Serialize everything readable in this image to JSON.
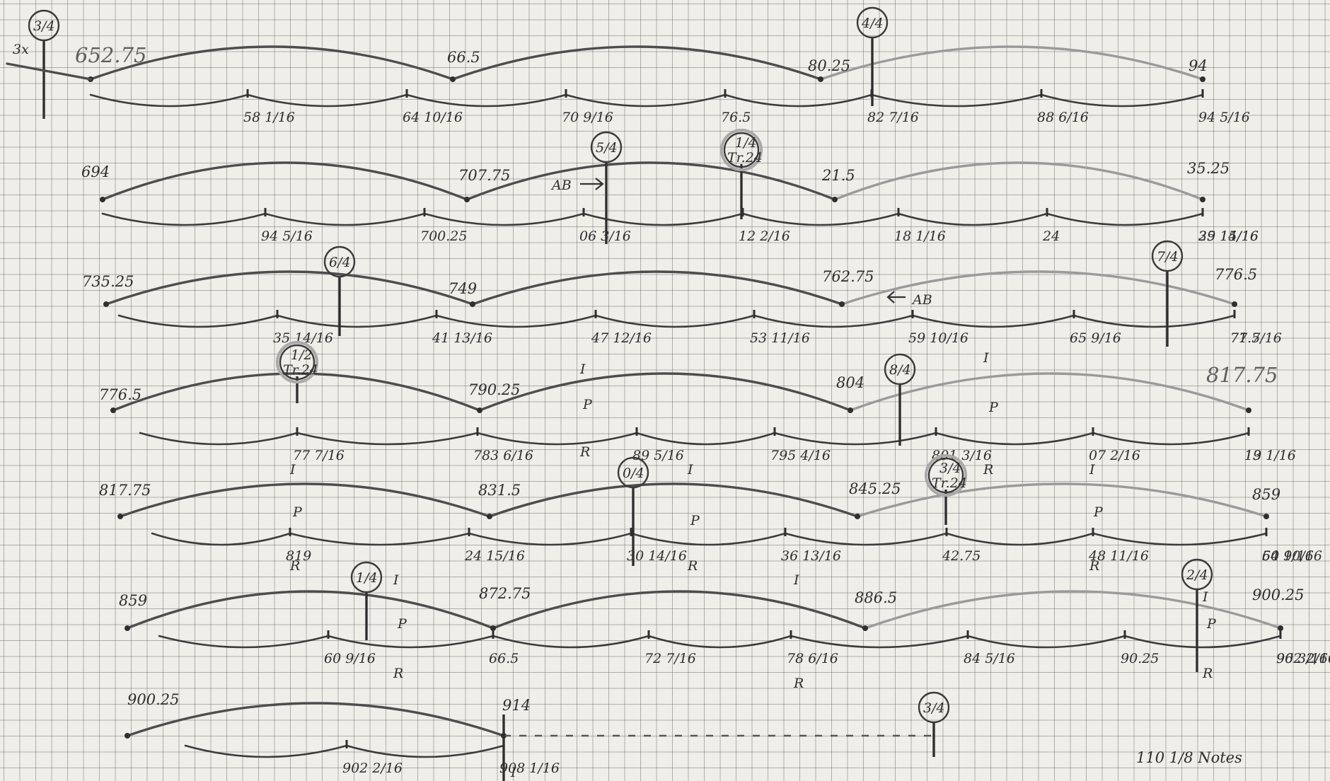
{
  "page": {
    "title": ""
  },
  "systems": [
    {
      "arcs": [
        {
          "label": "652.75",
          "big": true
        },
        {
          "label": "66.5"
        },
        {
          "label": "80.25"
        },
        {
          "label": "94"
        }
      ],
      "ticks": [
        "58 1/16",
        "64 10/16",
        "70 9/16",
        "76.5",
        "82 7/16",
        "88 6/16",
        "94 5/16"
      ],
      "markers": [
        {
          "type": "time-sig",
          "text": "3/4"
        },
        {
          "type": "time-sig",
          "text": "4/4"
        }
      ],
      "notes": [
        "3x"
      ]
    },
    {
      "arcs": [
        {
          "label": "694"
        },
        {
          "label": "707.75"
        },
        {
          "label": "21.5"
        },
        {
          "label": "35.25"
        }
      ],
      "ticks": [
        "94 5/16",
        "700.25",
        "06 3/16",
        "12 2/16",
        "18 1/16",
        "24",
        "29 15/16",
        "35 14/16"
      ],
      "markers": [
        {
          "type": "time-sig",
          "text": "5/4"
        },
        {
          "type": "tempo",
          "text": "1/4",
          "sub": "Tr.24"
        }
      ],
      "notes": [
        "AB"
      ]
    },
    {
      "arcs": [
        {
          "label": "735.25"
        },
        {
          "label": "749"
        },
        {
          "label": "762.75"
        },
        {
          "label": "776.5"
        }
      ],
      "ticks": [
        "35 14/16",
        "41 13/16",
        "47 12/16",
        "53 11/16",
        "59 10/16",
        "65 9/16",
        "71.5",
        "77 7/16"
      ],
      "markers": [
        {
          "type": "time-sig",
          "text": "6/4"
        },
        {
          "type": "time-sig",
          "text": "7/4"
        }
      ],
      "notes": [
        "AB"
      ]
    },
    {
      "arcs": [
        {
          "label": "776.5"
        },
        {
          "label": "790.25"
        },
        {
          "label": "804"
        },
        {
          "label": "817.75",
          "big": true
        }
      ],
      "ticks": [
        "77 7/16",
        "783 6/16",
        "89 5/16",
        "795 4/16",
        "801 3/16",
        "07 2/16",
        "13 1/16",
        "19"
      ],
      "markers": [
        {
          "type": "tempo",
          "text": "1/2",
          "sub": "Tr.24"
        },
        {
          "type": "time-sig",
          "text": "8/4"
        }
      ],
      "notes": [
        "I",
        "P",
        "R",
        "I",
        "P",
        "R"
      ]
    },
    {
      "arcs": [
        {
          "label": "817.75"
        },
        {
          "label": "831.5"
        },
        {
          "label": "845.25"
        },
        {
          "label": "859"
        }
      ],
      "ticks": [
        "819",
        "24 15/16",
        "30 14/16",
        "36 13/16",
        "42.75",
        "48 11/16",
        "54 10/16",
        "60 9/16"
      ],
      "markers": [
        {
          "type": "time-sig",
          "text": "0/4"
        },
        {
          "type": "tempo",
          "text": "3/4",
          "sub": "Tr.24"
        }
      ],
      "notes": [
        "I",
        "P",
        "R",
        "I",
        "P",
        "R",
        "I",
        "P",
        "R"
      ]
    },
    {
      "arcs": [
        {
          "label": "859"
        },
        {
          "label": "872.75"
        },
        {
          "label": "886.5"
        },
        {
          "label": "900.25"
        }
      ],
      "ticks": [
        "60 9/16",
        "66.5",
        "72 7/16",
        "78 6/16",
        "84 5/16",
        "90.25",
        "96 3/16",
        "902 2/16"
      ],
      "markers": [
        {
          "type": "time-sig",
          "text": "1/4"
        },
        {
          "type": "time-sig",
          "text": "2/4"
        }
      ],
      "notes": [
        "I",
        "P",
        "R",
        "I",
        "R",
        "I",
        "P",
        "R"
      ]
    },
    {
      "arcs": [
        {
          "label": "900.25"
        },
        {
          "label": "914"
        }
      ],
      "ticks": [
        "902 2/16",
        "908 1/16"
      ],
      "markers": [
        {
          "type": "time-sig",
          "text": "3/4"
        }
      ],
      "notes": [
        "I"
      ]
    }
  ],
  "footer_note": "110 1/8 Notes"
}
